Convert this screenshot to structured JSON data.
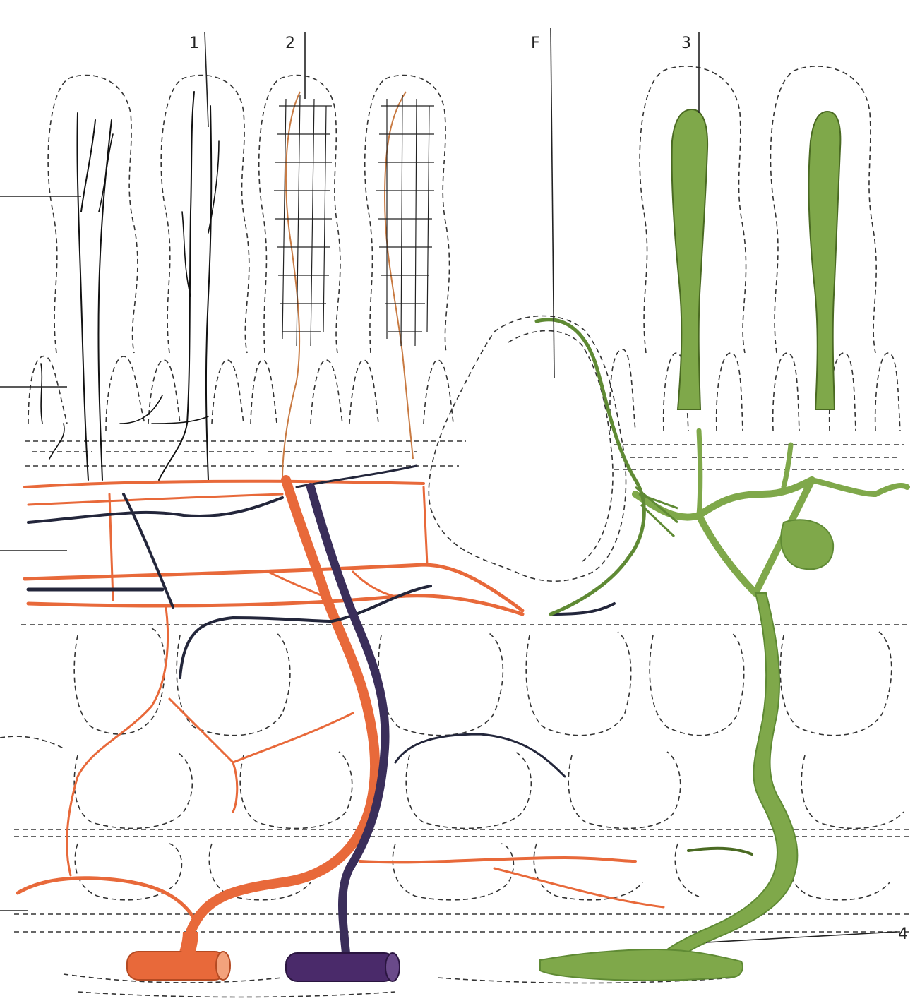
{
  "labels": {
    "one": "1",
    "two": "2",
    "f": "F",
    "three": "3",
    "four": "4"
  },
  "colors": {
    "artery": "#e8693a",
    "artery_dark": "#c8502a",
    "vein": "#23263b",
    "vein_purple": "#4a2a6a",
    "lymph": "#7fa84a",
    "lymph_dark": "#5f8a34",
    "capillary": "#c87a42",
    "outline": "#333333"
  }
}
